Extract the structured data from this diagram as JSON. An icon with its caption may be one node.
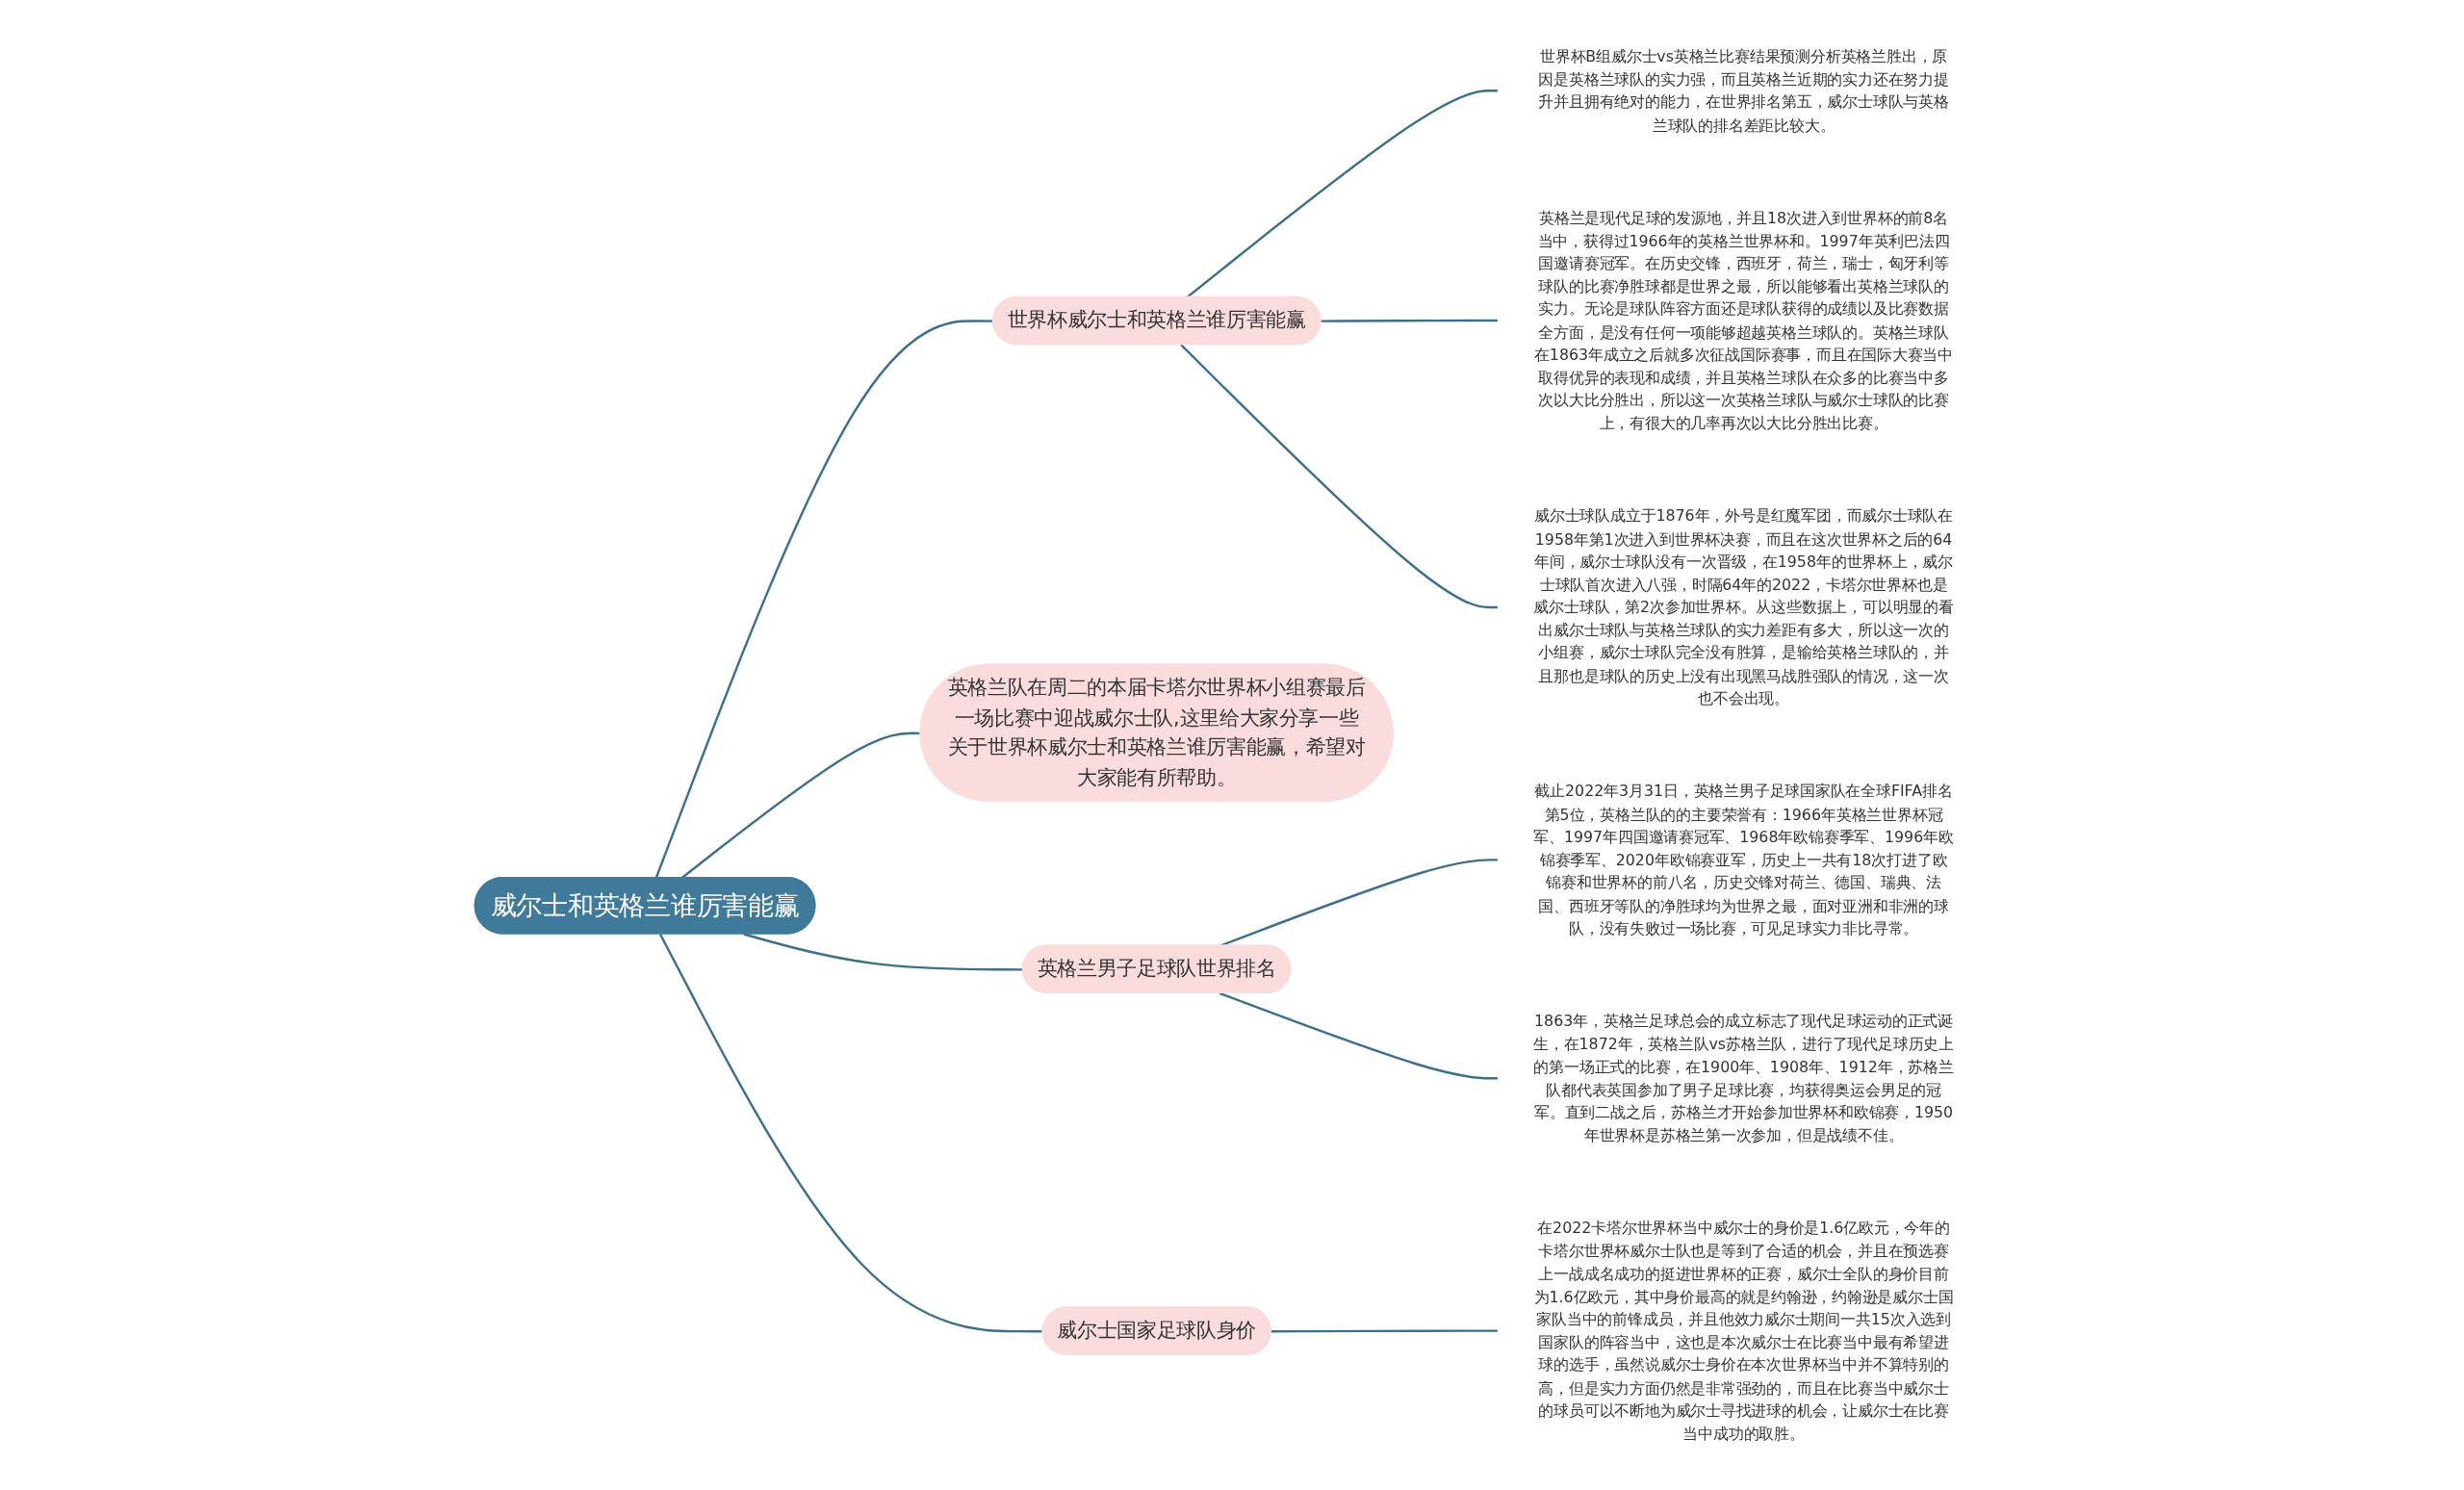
{
  "diagram": {
    "nodes": [
      {
        "text": [
          "威尔士和英格兰谁厉害能赢"
        ]
      },
      {
        "text": [
          "世界杯威尔士和英格兰谁厉害能赢"
        ]
      },
      {
        "text": [
          "世界杯B组威尔士vs英格兰比赛结果预测分析英格兰胜出，原因是英格兰球队的实力强，而且英格兰近期的实力还在努力提升并且拥有绝对的能力，在世界排名第五，威尔士球队与英格兰球队的排名差距比较大。"
        ]
      },
      {
        "text": [
          "英格兰是现代足球的发源地，并且18次进入到世界杯的前8名当中，获得过1966年的英格兰世界杯和。1997年英利巴法四国邀请赛冠军。在历史交锋，西班牙，荷兰，瑞士，匈牙利等球队的比赛净胜球都是世界之最，所以能够看出英格兰球队的实力。无论是球队阵容方面还是球队获得的成绩以及比赛数据全方面，是没有任何一项能够超越英格兰球队的。英格兰球队在1863年成立之后就多次征战国际赛事，而且在国际大赛当中取得优异的表现和成绩，并且英格兰球队在众多的比赛当中多次以大比分胜出，所以这一次英格兰球队与威尔士球队的比赛上，有很大的几率再次以大比分胜出比赛。"
        ]
      },
      {
        "text": [
          "威尔士球队成立于1876年，外号是红魔军团，而威尔士球队在1958年第1次进入到世界杯决赛，而且在这次世界杯之后的64年间，威尔士球队没有一次晋级，在1958年的世界杯上，威尔士球队首次进入八强，时隔64年的2022，卡塔尔世界杯也是威尔士球队，第2次参加世界杯。从这些数据上，可以明显的看出威尔士球队与英格兰球队的实力差距有多大，所以这一次的小组赛，威尔士球队完全没有胜算，是输给英格兰球队的，并且那也是球队的历史上没有出现黑马战胜强队的情况，这一次也不会出现。"
        ]
      },
      {
        "text": [
          "英格兰队在周二的本届卡塔尔世界杯小组赛最后一场比赛中迎战威尔士队,这里给大家分享一些关于世界杯威尔士和英格兰谁厉害能赢，希望对大家能有所帮助。"
        ]
      },
      {
        "text": [
          "英格兰男子足球队世界排名"
        ]
      },
      {
        "text": [
          "截止2022年3月31日，英格兰男子足球国家队在全球FIFA排名第5位，英格兰队的的主要荣誉有：1966年英格兰世界杯冠军、1997年四国邀请赛冠军、1968年欧锦赛季军、1996年欧锦赛季军、2020年欧锦赛亚军，历史上一共有18次打进了欧锦赛和世界杯的前八名，历史交锋对荷兰、德国、瑞典、法国、西班牙等队的净胜球均为世界之最，面对亚洲和非洲的球队，没有失败过一场比赛，可见足球实力非比寻常。"
        ]
      },
      {
        "text": [
          "1863年，英格兰足球总会的成立标志了现代足球运动的正式诞生，在1872年，英格兰队vs苏格兰队，进行了现代足球历史上的第一场正式的比赛，在1900年、1908年、1912年，苏格兰队都代表英国参加了男子足球比赛，均获得奥运会男足的冠军。直到二战之后，苏格兰才开始参加世界杯和欧锦赛，1950年世界杯是苏格兰第一次参加，但是战绩不佳。"
        ]
      },
      {
        "text": [
          "威尔士国家足球队身价"
        ]
      },
      {
        "text": [
          "在2022卡塔尔世界杯当中威尔士的身价是1.6亿欧元，今年的卡塔尔世界杯威尔士队也是等到了合适的机会，并且在预选赛上一战成名成功的挺进世界杯的正赛，威尔士全队的身价目前为1.6亿欧元，其中身价最高的就是约翰逊，约翰逊是威尔士国家队当中的前锋成员，并且他效力威尔士期间一共15次入选到国家队的阵容当中，这也是本次威尔士在比赛当中最有希望进球的选手，虽然说威尔士身价在本次世界杯当中并不算特别的高，但是实力方面仍然是非常强劲的，而且在比赛当中威尔士的球员可以不断地为威尔士寻找进球的机会，让威尔士在比赛当中成功的取胜。"
        ]
      }
    ],
    "edges": [
      {
        "from": 0,
        "to": 1,
        "arrow": "none"
      },
      {
        "from": 1,
        "to": 2,
        "arrow": "none"
      },
      {
        "from": 1,
        "to": 3,
        "arrow": "none"
      },
      {
        "from": 1,
        "to": 4,
        "arrow": "none"
      },
      {
        "from": 0,
        "to": 5,
        "arrow": "none"
      },
      {
        "from": 0,
        "to": 6,
        "arrow": "none"
      },
      {
        "from": 6,
        "to": 7,
        "arrow": "none"
      },
      {
        "from": 6,
        "to": 8,
        "arrow": "none"
      },
      {
        "from": 0,
        "to": 9,
        "arrow": "none"
      },
      {
        "from": 9,
        "to": 10,
        "arrow": "none"
      }
    ]
  }
}
